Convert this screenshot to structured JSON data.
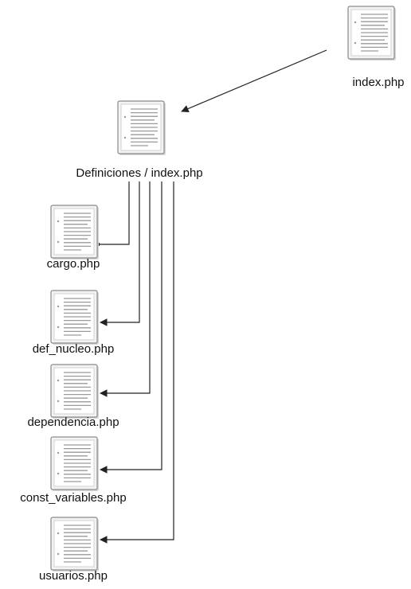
{
  "diagram": {
    "root": {
      "label": "index.php",
      "icon": "php-file-icon"
    },
    "module": {
      "label": "Definiciones / index.php",
      "icon": "php-file-icon"
    },
    "children": [
      {
        "label": "cargo.php",
        "icon": "php-file-icon"
      },
      {
        "label": "def_nucleo.php",
        "icon": "php-file-icon"
      },
      {
        "label": "dependencia.php",
        "icon": "php-file-icon"
      },
      {
        "label": "const_variables.php",
        "icon": "php-file-icon"
      },
      {
        "label": "usuarios.php",
        "icon": "php-file-icon"
      }
    ]
  },
  "colors": {
    "line": "#222222",
    "icon_border": "#8a8a8a",
    "icon_fill": "#f3f3f3",
    "icon_lines": "#9a9a9a"
  }
}
